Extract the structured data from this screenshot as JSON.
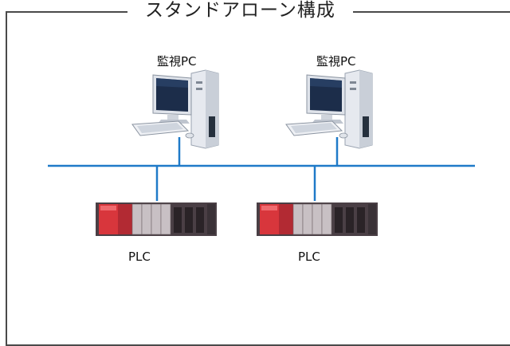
{
  "diagram": {
    "title": "スタンドアローン構成",
    "pcs": [
      {
        "label": "監視PC"
      },
      {
        "label": "監視PC"
      }
    ],
    "plcs": [
      {
        "label": "PLC"
      },
      {
        "label": "PLC"
      }
    ]
  },
  "colors": {
    "frame": "#4a4a4a",
    "network_line": "#1f7ac8",
    "plc_red": "#d8363c",
    "plc_body": "#c8c0c4",
    "pc_case": "#e6e9ef",
    "monitor_screen": "#1c2d4a"
  },
  "icons": [
    "desktop-pc-icon",
    "plc-rack-icon"
  ]
}
